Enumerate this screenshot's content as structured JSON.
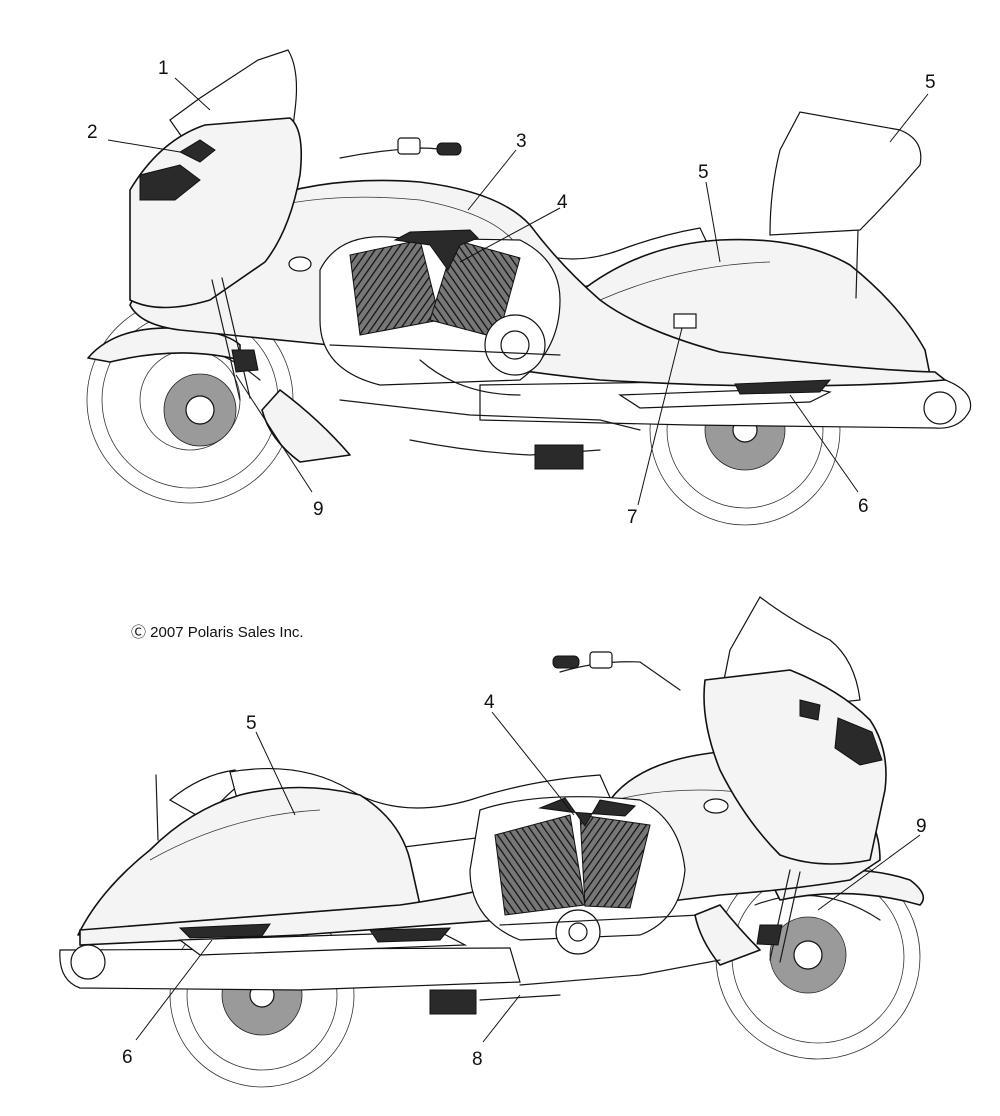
{
  "copyright": "Ⓒ 2007 Polaris Sales Inc.",
  "callouts_top": [
    "1",
    "2",
    "3",
    "4",
    "5",
    "5",
    "6",
    "7",
    "9"
  ],
  "callouts_bottom": [
    "4",
    "5",
    "6",
    "8",
    "9"
  ]
}
